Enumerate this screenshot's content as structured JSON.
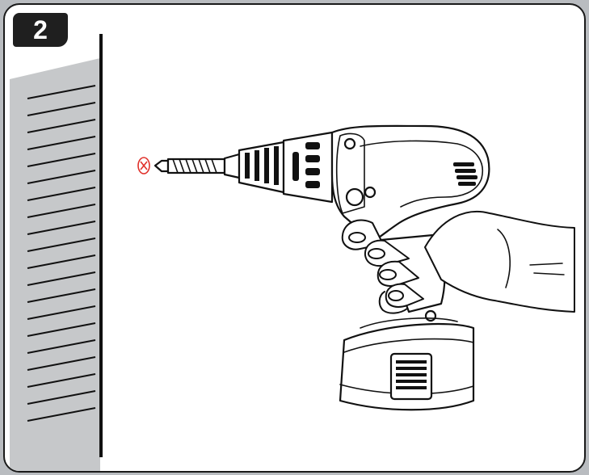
{
  "step": {
    "number": "2"
  },
  "colors": {
    "marker": "#e0302a",
    "wall": "#c6c8ca",
    "ink": "#111111",
    "badge": "#1f1f1f",
    "frame": "#b9bcc0"
  },
  "marker": {
    "label": "X"
  },
  "icons": [
    "wall-hatching",
    "drill-marker-x",
    "power-drill",
    "hand-holding-drill"
  ]
}
